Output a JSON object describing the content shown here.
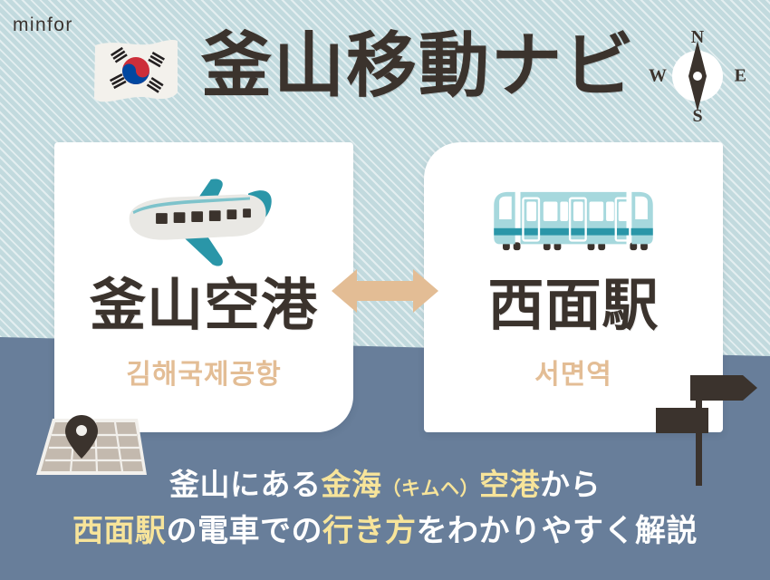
{
  "brand": {
    "name": "minfor"
  },
  "header": {
    "flag_icon": "korea-flag-icon",
    "title": "釜山移動ナビ",
    "compass": {
      "icon": "compass-icon",
      "north": "N",
      "east": "E",
      "south": "S",
      "west": "W"
    }
  },
  "cards": [
    {
      "icon": "airplane-icon",
      "title": "釜山空港",
      "subtitle": "김해국제공항"
    },
    {
      "icon": "train-icon",
      "title": "西面駅",
      "subtitle": "서면역"
    }
  ],
  "connector": {
    "icon": "double-arrow-icon"
  },
  "decor": {
    "map_icon": "map-with-pin-icon",
    "signpost_icon": "signpost-icon"
  },
  "caption": {
    "line1": [
      {
        "text": "釜山にある",
        "color": "white"
      },
      {
        "text": "金海",
        "color": "yellow"
      },
      {
        "text": "（キムヘ）",
        "color": "yellow",
        "small": true
      },
      {
        "text": "空港",
        "color": "yellow"
      },
      {
        "text": "から",
        "color": "white"
      }
    ],
    "line2": [
      {
        "text": "西面駅",
        "color": "yellow"
      },
      {
        "text": "の電車での",
        "color": "white"
      },
      {
        "text": "行き方",
        "color": "yellow"
      },
      {
        "text": "をわかりやすく解説",
        "color": "white"
      }
    ],
    "line1_plain": "釜山にある金海（キムヘ）空港から",
    "line2_plain": "西面駅の電車での行き方をわかりやすく解説"
  },
  "colors": {
    "bg_stripes": "#c2dade",
    "bg_slate": "#687e9a",
    "ink": "#3b332d",
    "accent_tan": "#e3bd95",
    "accent_teal": "#2a96a8",
    "caption_yellow": "#f7e49a",
    "card_bg": "#ffffff"
  }
}
